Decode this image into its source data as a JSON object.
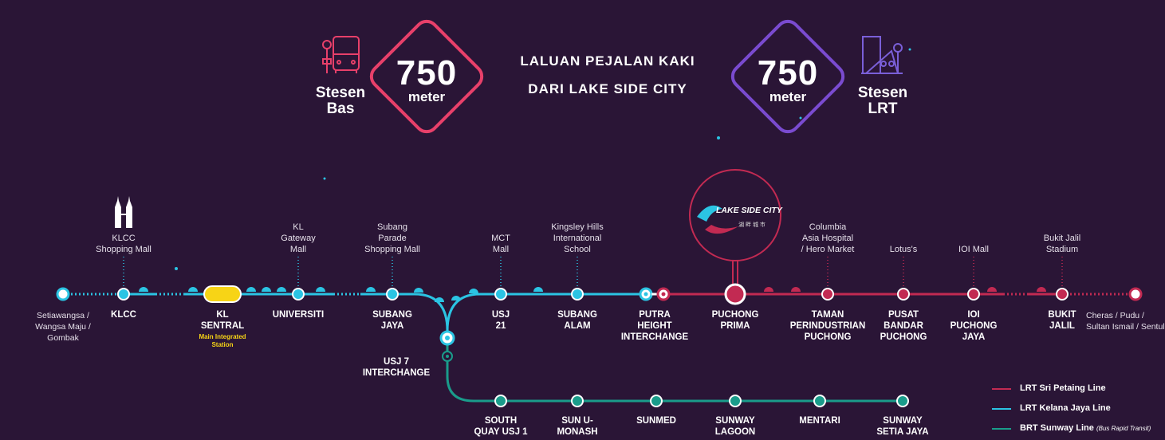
{
  "header": {
    "left_distance": "750",
    "left_unit": "meter",
    "left_label": "Stesen\nBas",
    "right_distance": "750",
    "right_unit": "meter",
    "right_label": "Stesen\nLRT",
    "line1": "LALUAN PEJALAN KAKI",
    "line2": "DARI LAKE SIDE CITY"
  },
  "colors": {
    "background": "#2a1536",
    "kelana_jaya": "#2bc4e3",
    "sri_petaling": "#c22a52",
    "sunway_brt": "#1a9c8b",
    "kl_sentral": "#f7d416",
    "header_gradient_start": "#e83b6a",
    "header_gradient_end": "#6a4cc8"
  },
  "logo": {
    "text": "LAKE SIDE CITY",
    "subtext": "湖 畔 城 市"
  },
  "stations": {
    "setiawangsa": "Setiawangsa /\nWangsa Maju /\nGombak",
    "klcc": "KLCC",
    "kl_sentral": "KL\nSENTRAL",
    "kl_sentral_note": "Main Integrated\nStation",
    "universiti": "UNIVERSITI",
    "subang_jaya": "SUBANG\nJAYA",
    "usj7": "USJ 7\nINTERCHANGE",
    "usj21": "USJ\n21",
    "subang_alam": "SUBANG\nALAM",
    "putra_heights": "PUTRA\nHEIGHT\nINTERCHANGE",
    "puchong_prima": "PUCHONG\nPRIMA",
    "taman_perindustrian": "TAMAN\nPERINDUSTRIAN\nPUCHONG",
    "pusat_bandar": "PUSAT\nBANDAR\nPUCHONG",
    "ioi_puchong": "IOI\nPUCHONG\nJAYA",
    "bukit_jalil": "BUKIT\nJALIL",
    "cheras": "Cheras / Pudu /\nSultan Ismail / Sentul",
    "south_quay": "SOUTH\nQUAY USJ 1",
    "sun_u": "SUN U-\nMONASH",
    "sunmed": "SUNMED",
    "sunway_lagoon": "SUNWAY\nLAGOON",
    "mentari": "MENTARI",
    "sunway_setia": "SUNWAY\nSETIA JAYA"
  },
  "landmarks": {
    "klcc_mall": "KLCC\nShopping Mall",
    "kl_gateway": "KL\nGateway\nMall",
    "subang_parade": "Subang\nParade\nShopping Mall",
    "mct_mall": "MCT\nMall",
    "kingsley": "Kingsley Hills\nInternational\nSchool",
    "columbia": "Columbia\nAsia Hospital\n/ Hero Market",
    "lotus": "Lotus's",
    "ioi_mall": "IOI Mall",
    "bukit_jalil_stadium": "Bukit Jalil\nStadium"
  },
  "legend": {
    "sri_petaling": "LRT Sri Petaing Line",
    "kelana_jaya": "LRT Kelana Jaya Line",
    "sunway": "BRT Sunway Line",
    "sunway_note": "(Bus Rapid Transit)"
  }
}
